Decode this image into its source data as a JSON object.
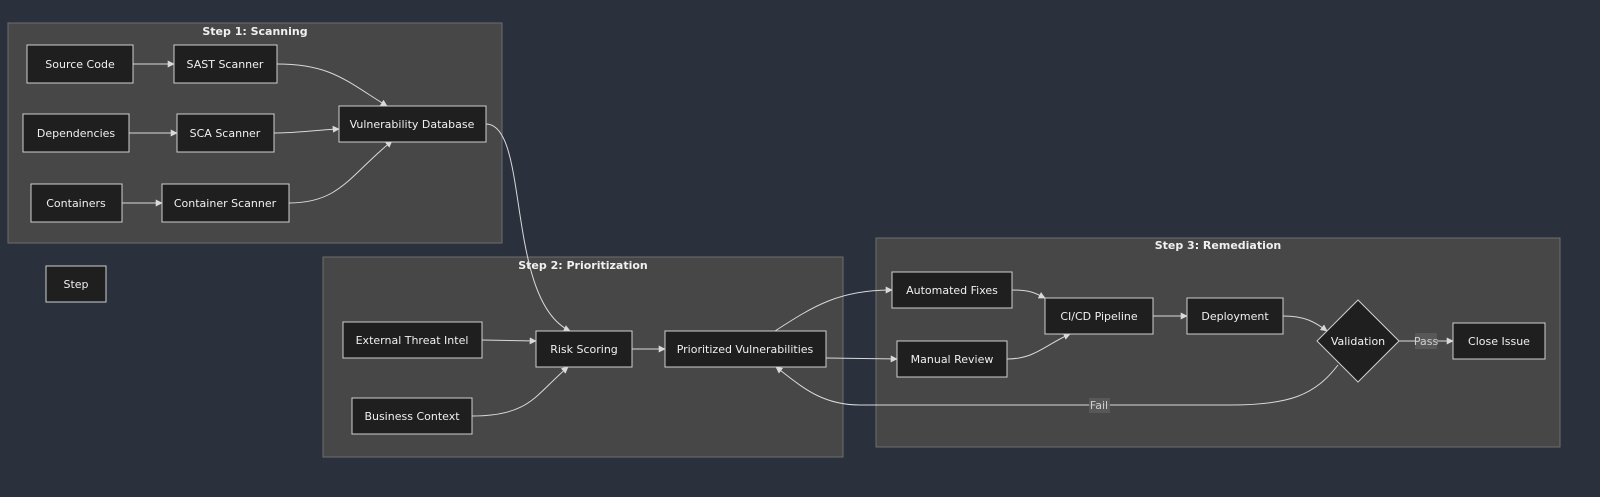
{
  "clusters": {
    "scanning": "Step 1: Scanning",
    "prioritization": "Step 2: Prioritization",
    "remediation": "Step 3: Remediation"
  },
  "nodes": {
    "source_code": "Source Code",
    "sast_scanner": "SAST Scanner",
    "dependencies": "Dependencies",
    "sca_scanner": "SCA Scanner",
    "containers": "Containers",
    "container_scanner": "Container Scanner",
    "vulnerability_database": "Vulnerability Database",
    "step": "Step",
    "external_threat_intel": "External Threat Intel",
    "risk_scoring": "Risk Scoring",
    "prioritized_vulnerabilities": "Prioritized Vulnerabilities",
    "business_context": "Business Context",
    "automated_fixes": "Automated Fixes",
    "manual_review": "Manual Review",
    "cicd_pipeline": "CI/CD Pipeline",
    "deployment": "Deployment",
    "validation": "Validation",
    "close_issue": "Close Issue"
  },
  "edge_labels": {
    "pass": "Pass",
    "fail": "Fail"
  },
  "colors": {
    "background": "#2b303d",
    "cluster_fill": "#474747",
    "node_fill": "#1f1f1f",
    "node_border": "#cfcfcf",
    "edge": "#d9d9d9"
  }
}
